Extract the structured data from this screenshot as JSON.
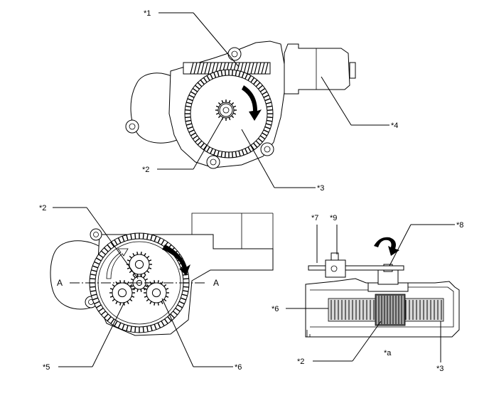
{
  "labels": {
    "top_1": "*1",
    "top_2": "*2",
    "top_3": "*3",
    "top_4": "*4",
    "mid_2": "*2",
    "mid_5": "*5",
    "mid_6": "*6",
    "section_a_left": "A",
    "section_a_right": "A",
    "sec_7": "*7",
    "sec_9": "*9",
    "sec_8": "*8",
    "sec_6": "*6",
    "sec_2": "*2",
    "sec_a": "*a",
    "sec_3": "*3"
  },
  "icons": [
    "rotation-arrow-icon",
    "gear-icon"
  ]
}
